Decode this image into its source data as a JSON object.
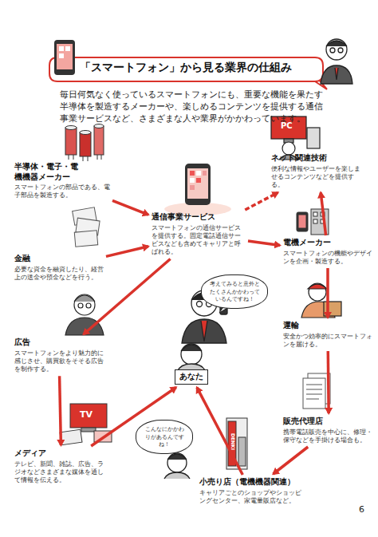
{
  "diagram": {
    "title": "「スマートフォン」から見る業界の仕組み",
    "nodes": [
      {
        "text": [
          "半導体・電子・電機機器メーカー",
          "スマートフォンの部品である、電子部品を製造する。"
        ]
      },
      {
        "text": [
          "通信事業サービス",
          "スマートフォンの通信サービスを提供する。固定電話通信サービスなども含めてキャリアと呼ばれる。"
        ]
      },
      {
        "text": [
          "ネット関連技術",
          "便利な情報やユーザーを楽しませるコンテンツなどを提供する。"
        ]
      },
      {
        "text": [
          "金融",
          "必要な資金を融資したり、経営上の送金や預金などを行う。"
        ]
      },
      {
        "text": [
          "電機メーカー",
          "スマートフォンの機能やデザインを企画・製造する。"
        ]
      },
      {
        "text": [
          "広告",
          "スマートフォンをより魅力的に感じさせ、購買欲をそそる広告を制作する。"
        ]
      },
      {
        "text": [
          "運輸",
          "安全かつ効率的にスマートフォンを届ける。"
        ]
      },
      {
        "text": [
          "あなた"
        ]
      },
      {
        "text": [
          "販売代理店",
          "携帯電話販売を中心に、修理・保守などを手掛ける場合も。"
        ]
      },
      {
        "text": [
          "メディア",
          "テレビ、新聞、雑誌、広告、ラジオなどさまざまな媒体を通して情報を伝える。"
        ]
      },
      {
        "text": [
          "小売り店（電機機器関連）",
          "キャリアごとのショップやショッピングセンター、家電量販店など。"
        ]
      },
      {
        "text": [
          "考えてみると意外とたくさんかかわっているんですね！"
        ]
      },
      {
        "text": [
          "こんなにかかわりがあるんですね！"
        ]
      }
    ],
    "edges": [
      {
        "from": 0,
        "to": 1,
        "arrow": "to"
      },
      {
        "from": 3,
        "to": 1,
        "arrow": "to"
      },
      {
        "from": 1,
        "to": 2,
        "arrow": "to"
      },
      {
        "from": 1,
        "to": 4,
        "arrow": "to"
      },
      {
        "from": 1,
        "to": 5,
        "arrow": "to"
      },
      {
        "from": 4,
        "to": 2,
        "arrow": "to"
      },
      {
        "from": 4,
        "to": 6,
        "arrow": "to"
      },
      {
        "from": 6,
        "to": 8,
        "arrow": "to"
      },
      {
        "from": 5,
        "to": 9,
        "arrow": "to"
      },
      {
        "from": 9,
        "to": 7,
        "arrow": "to"
      },
      {
        "from": 8,
        "to": 10,
        "arrow": "to"
      },
      {
        "from": 10,
        "to": 7,
        "arrow": "to"
      }
    ],
    "labels": [
      "毎日何気なく使っているスマートフォンにも、重要な機能を果たす半導体を製造するメーカーや、楽しめるコンテンツを提供する通信事業サービスなど、さまざまな人や業界がかかわっています。",
      "PC",
      "TV",
      "DENKI",
      "6"
    ]
  }
}
